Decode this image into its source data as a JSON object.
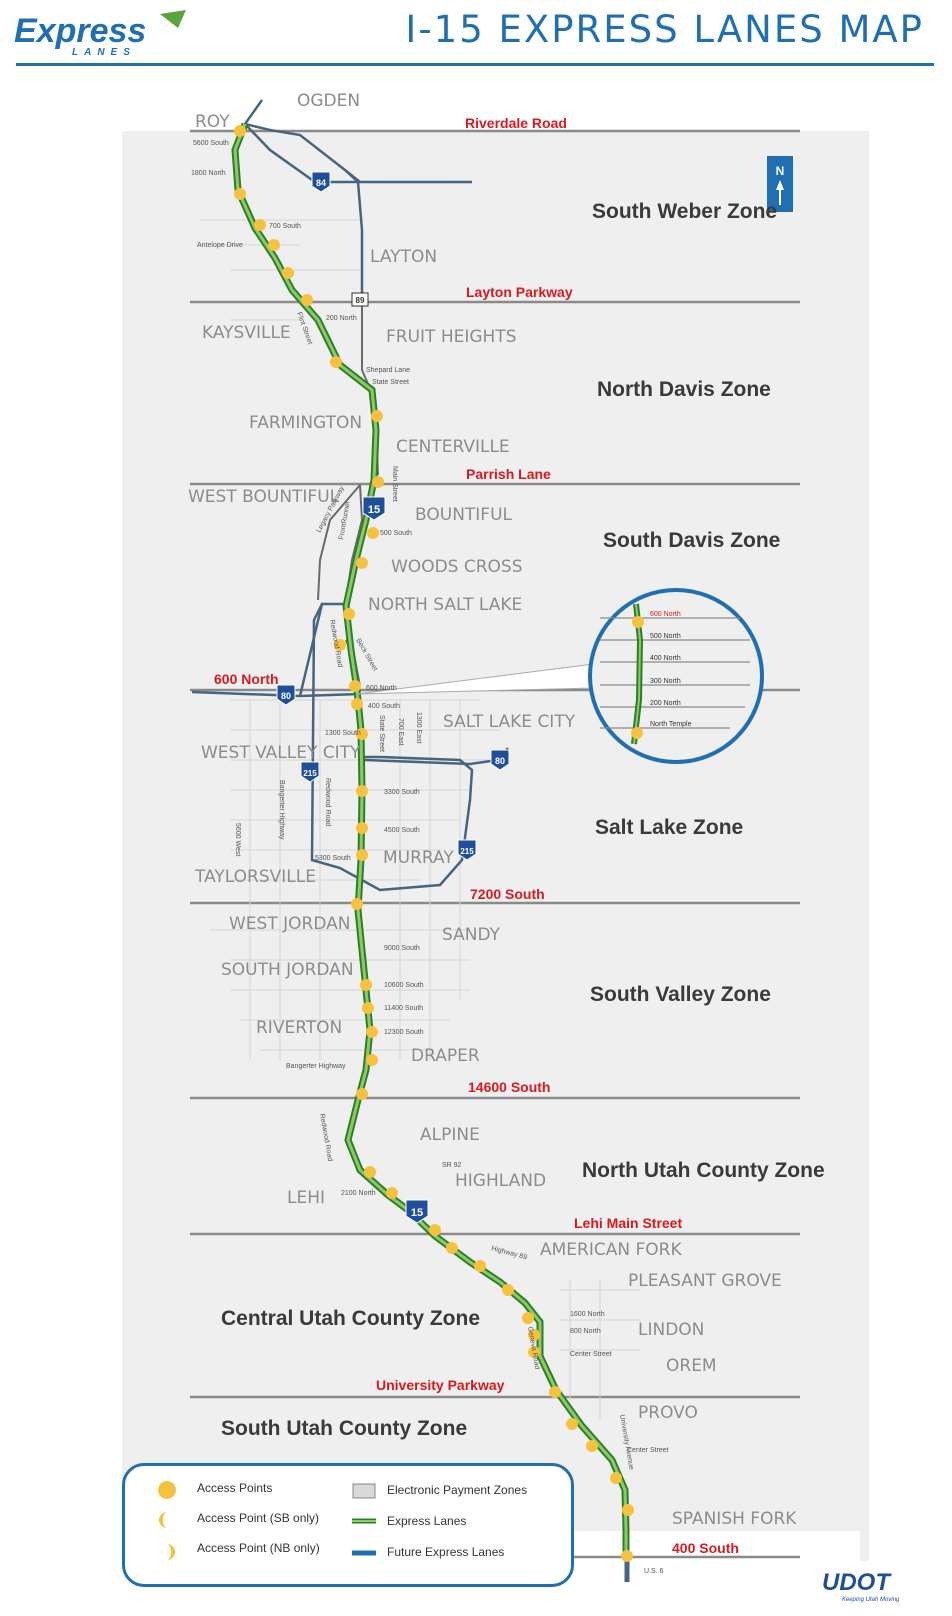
{
  "brand": {
    "logo_word": "Express",
    "logo_sub": "LANES",
    "accent": "#1f6fb2",
    "green": "#5aa53a"
  },
  "title": "I-15 EXPRESS LANES MAP",
  "cities": [
    "OGDEN",
    "ROY",
    "LAYTON",
    "KAYSVILLE",
    "FRUIT HEIGHTS",
    "FARMINGTON",
    "CENTERVILLE",
    "WEST BOUNTIFUL",
    "BOUNTIFUL",
    "WOODS CROSS",
    "NORTH SALT LAKE",
    "SALT LAKE CITY",
    "WEST VALLEY CITY",
    "MURRAY",
    "TAYLORSVILLE",
    "WEST JORDAN",
    "SANDY",
    "SOUTH JORDAN",
    "RIVERTON",
    "DRAPER",
    "ALPINE",
    "HIGHLAND",
    "LEHI",
    "AMERICAN FORK",
    "PLEASANT GROVE",
    "LINDON",
    "OREM",
    "PROVO",
    "SPANISH FORK"
  ],
  "zones": [
    "South Weber Zone",
    "North Davis Zone",
    "South Davis Zone",
    "Salt Lake Zone",
    "South Valley Zone",
    "North Utah County Zone",
    "Central Utah County Zone",
    "South Utah County Zone"
  ],
  "boundaries": [
    "Riverdale Road",
    "Layton Parkway",
    "Parrish Lane",
    "600 North",
    "7200 South",
    "14600 South",
    "Lehi Main Street",
    "University Parkway",
    "400 South"
  ],
  "streets": [
    "5600 South",
    "1800 North",
    "700 South",
    "Antelope Drive",
    "200 North",
    "Flint Street",
    "Shepard Lane",
    "State Street",
    "Main Street",
    "Legacy Parkway",
    "500 South",
    "FrontRunner",
    "Redwood Road",
    "Beck Street",
    "600 North",
    "400 South",
    "1300 South",
    "State Street",
    "700 East",
    "1300 East",
    "Bangerter Highway",
    "Redwood Road",
    "3300 South",
    "4500 South",
    "5300 South",
    "5600 West",
    "9000 South",
    "10600 South",
    "11400 South",
    "12300 South",
    "Bangerter Highway",
    "Redwood Road",
    "SR 92",
    "2100 North",
    "Highway 89",
    "1600 North",
    "800 North",
    "Center Street",
    "Geneva Road",
    "University Avenue",
    "Center Street",
    "U.S. 6"
  ],
  "interstates": [
    "84",
    "15",
    "80",
    "215",
    "80",
    "215",
    "15"
  ],
  "us_route": "89",
  "north_arrow": "N",
  "inset": [
    "600 North",
    "500 North",
    "400 North",
    "300 North",
    "200 North",
    "North Temple"
  ],
  "legend": {
    "access": "Access Points",
    "sb": "Access Point (SB only)",
    "nb": "Access Point (NB only)",
    "epz": "Electronic Payment Zones",
    "express": "Express Lanes",
    "future": "Future Express Lanes"
  },
  "udot": {
    "name": "UDOT",
    "tagline": "Keeping Utah Moving"
  }
}
